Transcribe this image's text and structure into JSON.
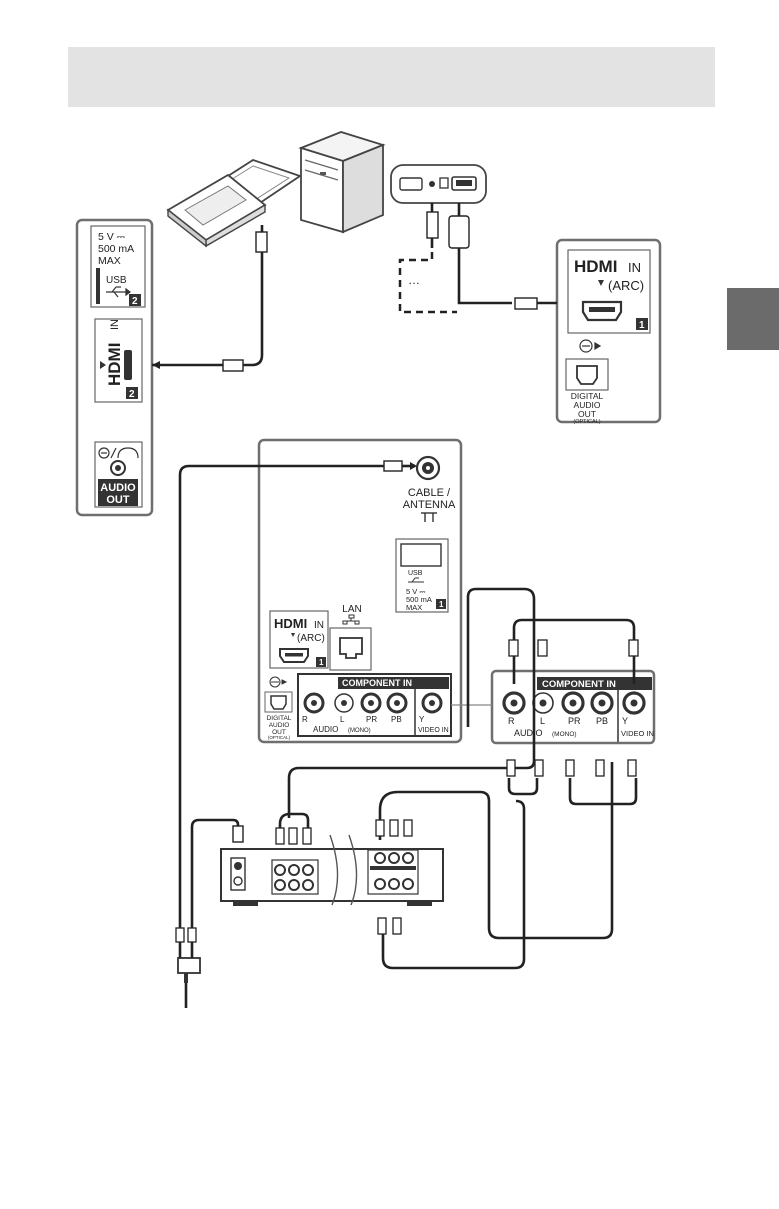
{
  "header": {
    "fill": "#e3e3e3",
    "text": ""
  },
  "side_tab": {
    "fill": "#6b6b6b"
  },
  "hdmi_arc_panel": {
    "hdmi": "HDMI",
    "in": "IN",
    "arc": "(ARC)",
    "badge": "1",
    "digital": "DIGITAL",
    "audio": "AUDIO",
    "out": "OUT",
    "optical": "(OPTICAL)"
  },
  "side_panel": {
    "power": "5 V ⎓",
    "ma": "500 mA",
    "max": "MAX",
    "usb": "USB",
    "usb_badge": "2",
    "hdmi": "HDMI",
    "in": "IN",
    "hdmi_badge": "2",
    "audio": "AUDIO",
    "out": "OUT"
  },
  "rear_panel": {
    "cable": "CABLE /",
    "antenna": "ANTENNA",
    "usb": "USB",
    "power": "5 V ⎓",
    "ma": "500 mA",
    "max": "MAX",
    "usb_badge": "1",
    "lan": "LAN",
    "hdmi": "HDMI",
    "in": "IN",
    "arc": "(ARC)",
    "hdmi_badge": "1",
    "digital": "DIGITAL",
    "audio": "AUDIO",
    "out": "OUT",
    "optical": "(OPTICAL)"
  },
  "component_rear": {
    "title": "COMPONENT  IN",
    "r": "R",
    "l": "L",
    "pr": "PR",
    "pb": "PB",
    "y": "Y",
    "audio": "AUDIO",
    "mono": "(MONO)",
    "video_in": "VIDEO IN"
  },
  "component_big": {
    "title": "COMPONENT  IN",
    "r": "R",
    "l": "L",
    "pr": "PR",
    "pb": "PB",
    "y": "Y",
    "audio": "AUDIO",
    "mono": "(MONO)",
    "video_in": "VIDEO IN"
  }
}
